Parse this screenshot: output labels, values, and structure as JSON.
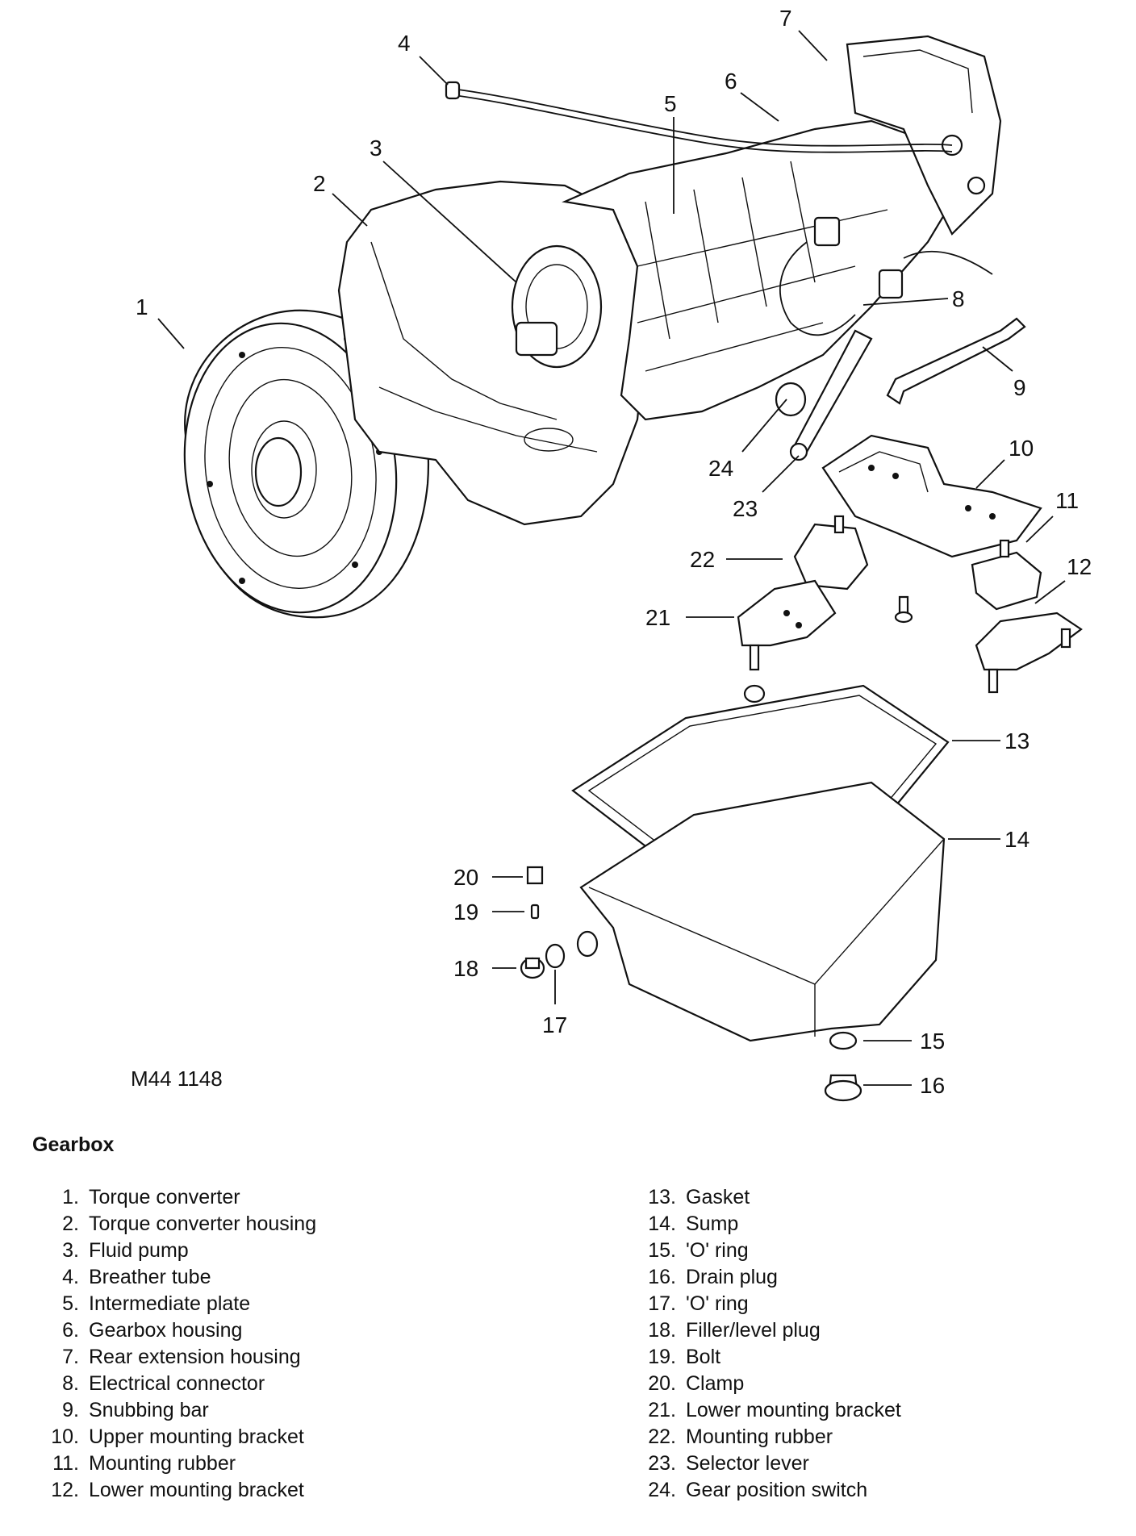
{
  "diagram": {
    "figure_code": "M44 1148",
    "callouts": [
      "1",
      "2",
      "3",
      "4",
      "5",
      "6",
      "7",
      "8",
      "9",
      "10",
      "11",
      "12",
      "13",
      "14",
      "15",
      "16",
      "17",
      "18",
      "19",
      "20",
      "21",
      "22",
      "23",
      "24"
    ]
  },
  "legend": {
    "title": "Gearbox",
    "left": [
      {
        "num": "1.",
        "text": "Torque converter"
      },
      {
        "num": "2.",
        "text": "Torque converter housing"
      },
      {
        "num": "3.",
        "text": "Fluid pump"
      },
      {
        "num": "4.",
        "text": "Breather tube"
      },
      {
        "num": "5.",
        "text": "Intermediate plate"
      },
      {
        "num": "6.",
        "text": "Gearbox housing"
      },
      {
        "num": "7.",
        "text": "Rear extension housing"
      },
      {
        "num": "8.",
        "text": "Electrical connector"
      },
      {
        "num": "9.",
        "text": "Snubbing bar"
      },
      {
        "num": "10.",
        "text": "Upper mounting bracket"
      },
      {
        "num": "11.",
        "text": "Mounting rubber"
      },
      {
        "num": "12.",
        "text": "Lower mounting bracket"
      }
    ],
    "right": [
      {
        "num": "13.",
        "text": "Gasket"
      },
      {
        "num": "14.",
        "text": "Sump"
      },
      {
        "num": "15.",
        "text": "'O' ring"
      },
      {
        "num": "16.",
        "text": "Drain plug"
      },
      {
        "num": "17.",
        "text": "'O' ring"
      },
      {
        "num": "18.",
        "text": "Filler/level plug"
      },
      {
        "num": "19.",
        "text": "Bolt"
      },
      {
        "num": "20.",
        "text": "Clamp"
      },
      {
        "num": "21.",
        "text": "Lower mounting bracket"
      },
      {
        "num": "22.",
        "text": "Mounting rubber"
      },
      {
        "num": "23.",
        "text": "Selector lever"
      },
      {
        "num": "24.",
        "text": "Gear position switch"
      }
    ]
  }
}
